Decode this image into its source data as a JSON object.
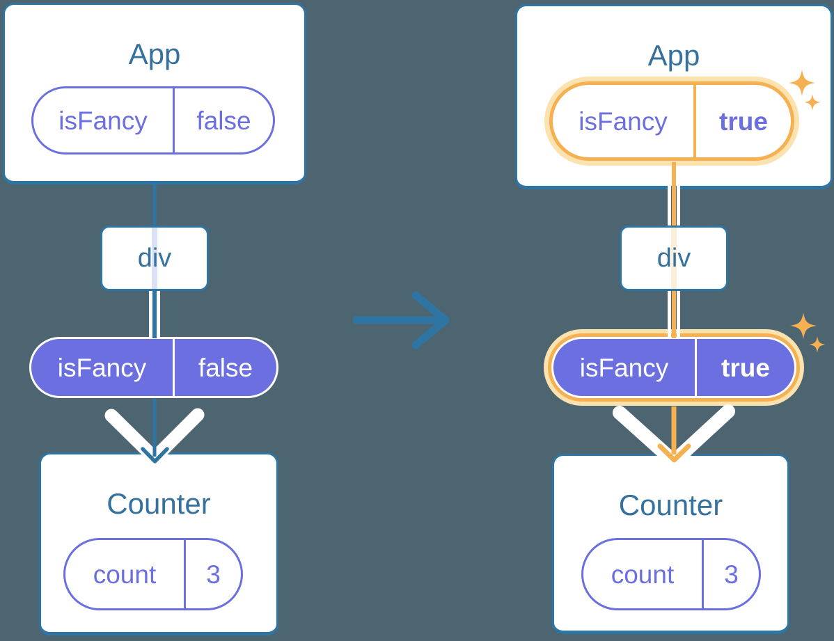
{
  "colors": {
    "background": "#4c6570",
    "blue": "#2e75a3",
    "blue_text": "#35719c",
    "purple": "#6b6fe0",
    "orange": "#f5b052",
    "orange_glow": "#fbe2ae",
    "trace_blue": "#dbe2f6",
    "trace_orange": "#fdeeda",
    "card": "#ffffff"
  },
  "before": {
    "app_card": {
      "title": "App",
      "state_pill": {
        "key": "isFancy",
        "value": "false"
      }
    },
    "div_card": {
      "label": "div"
    },
    "prop_pill": {
      "key": "isFancy",
      "value": "false"
    },
    "counter_card": {
      "title": "Counter",
      "state_pill": {
        "key": "count",
        "value": "3"
      }
    }
  },
  "after": {
    "app_card": {
      "title": "App",
      "state_pill": {
        "key": "isFancy",
        "value": "true"
      }
    },
    "div_card": {
      "label": "div"
    },
    "prop_pill": {
      "key": "isFancy",
      "value": "true"
    },
    "counter_card": {
      "title": "Counter",
      "state_pill": {
        "key": "count",
        "value": "3"
      }
    }
  },
  "icons": {
    "transition_arrow": "arrow-right",
    "sparkles": "sparkle-stars",
    "flow_before": "arrow-down-blue",
    "flow_after": "arrow-down-orange",
    "pass_down": "white-chevron-down"
  }
}
